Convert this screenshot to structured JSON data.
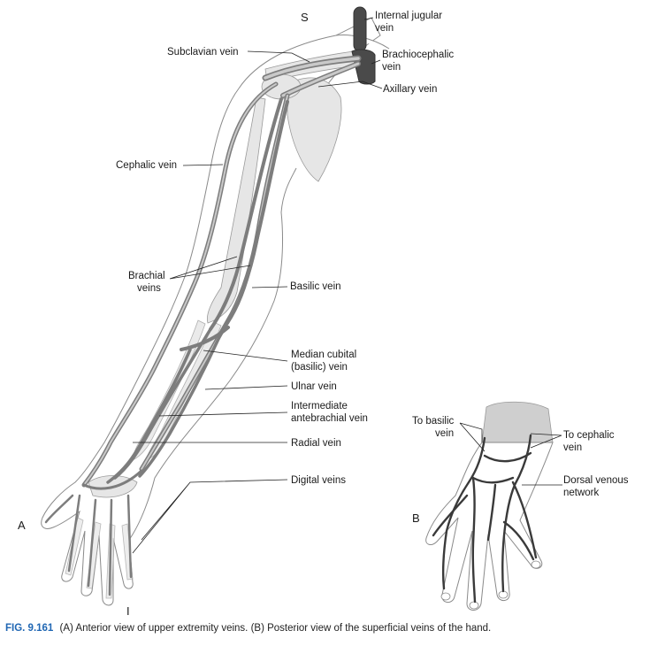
{
  "figure": {
    "markers": {
      "superior": "S",
      "inferior": "I",
      "panel_a": "A",
      "panel_b": "B"
    },
    "labels_a": {
      "internal_jugular": [
        "Internal jugular",
        "vein"
      ],
      "subclavian": "Subclavian vein",
      "brachiocephalic": [
        "Brachiocephalic",
        "vein"
      ],
      "axillary": "Axillary vein",
      "cephalic": "Cephalic vein",
      "brachial": [
        "Brachial",
        "veins"
      ],
      "basilic": "Basilic vein",
      "median_cubital": [
        "Median cubital",
        "(basilic) vein"
      ],
      "ulnar": "Ulnar vein",
      "intermediate_antebrachial": [
        "Intermediate",
        "antebrachial vein"
      ],
      "radial": "Radial vein",
      "digital": "Digital veins"
    },
    "labels_b": {
      "to_basilic": [
        "To basilic",
        "vein"
      ],
      "to_cephalic": [
        "To cephalic",
        "vein"
      ],
      "dorsal_network": [
        "Dorsal venous",
        "network"
      ]
    }
  },
  "caption": {
    "figure_number": "FIG. 9.161",
    "text": "(A) Anterior view of upper extremity veins. (B) Posterior view of the superficial veins of the hand."
  }
}
